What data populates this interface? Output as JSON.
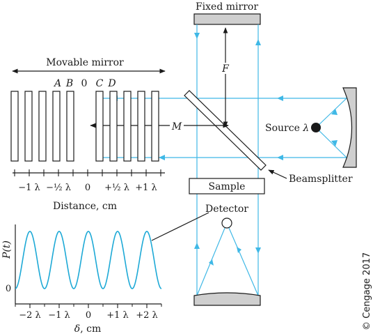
{
  "labels": {
    "fixed_mirror": "Fixed mirror",
    "movable_mirror": "Movable mirror",
    "source_prefix": "Source ",
    "source_symbol": "λ",
    "beamsplitter": "Beamsplitter",
    "sample": "Sample",
    "detector": "Detector",
    "distance_axis": "Distance, cm",
    "delta_axis_symbol": "δ",
    "delta_axis_unit": ", cm",
    "ylabel": "P(t)",
    "y_zero": "0",
    "F": "F",
    "M": "M",
    "copyright": "© Cengage 2017"
  },
  "mirror_letters": [
    "A",
    "B",
    "0",
    "C",
    "D"
  ],
  "distance_ticks": [
    "−1 λ",
    "−½ λ",
    "0",
    "+½ λ",
    "+1 λ"
  ],
  "delta_ticks": [
    "−2 λ",
    "−1 λ",
    "0",
    "+1 λ",
    "+2 λ"
  ],
  "chart_data": {
    "type": "line",
    "x_range": [
      -2.5,
      2.5
    ],
    "cycles_per_unit": 1,
    "ylabel": "P(t)",
    "xlabel": "δ, cm",
    "color": "#1da9d6"
  },
  "colors": {
    "beam": "#3fb8e6",
    "wave": "#1da9d6",
    "mirror": "#cfcfcf"
  }
}
